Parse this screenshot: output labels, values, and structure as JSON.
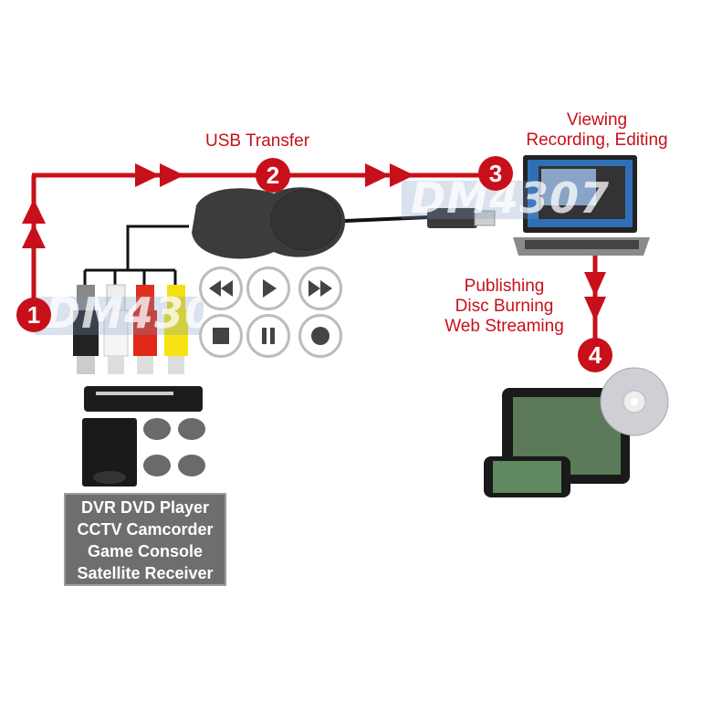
{
  "labels": {
    "usb_transfer": "USB Transfer",
    "viewing": [
      "Viewing",
      "Recording, Editing"
    ],
    "publishing": [
      "Publishing",
      "Disc Burning",
      "Web Streaming"
    ],
    "sources": [
      "DVR DVD Player",
      "CCTV Camcorder",
      "Game Console",
      "Satellite Receiver"
    ]
  },
  "steps": [
    "1",
    "2",
    "3",
    "4"
  ],
  "watermark": "DM4307",
  "controls": [
    "rewind-icon",
    "play-icon",
    "fast-forward-icon",
    "stop-icon",
    "pause-icon",
    "record-icon"
  ],
  "colors": {
    "accent_red": "#c8101a",
    "device_dark": "#3a3a3a",
    "source_box": "#6e6e6e"
  }
}
